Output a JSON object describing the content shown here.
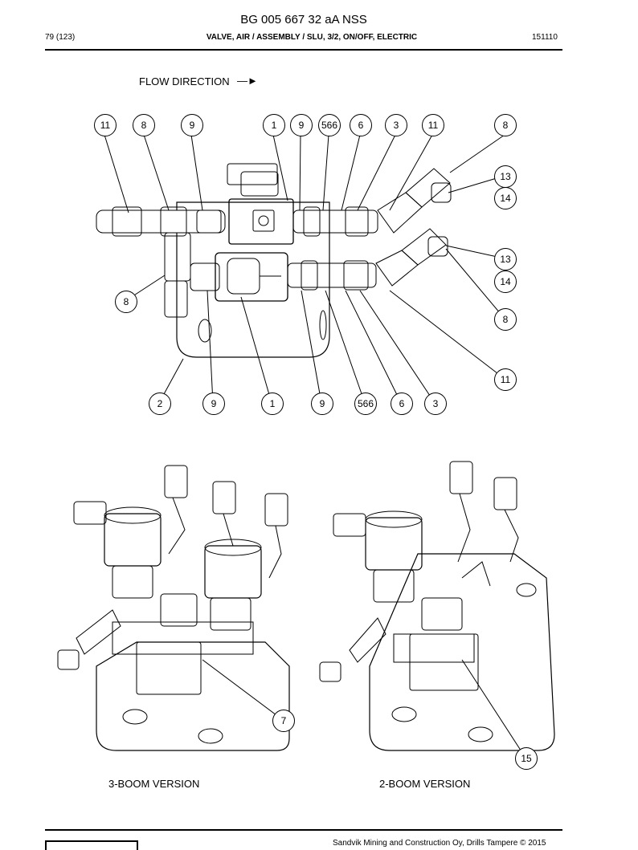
{
  "header": {
    "doc_title": "BG 005 667 32 aA NSS",
    "page": "79 (123)",
    "part_name": "VALVE, AIR / ASSEMBLY / SLU, 3/2, ON/OFF, ELECTRIC",
    "date_code": "151110"
  },
  "flow": {
    "label": "FLOW DIRECTION",
    "arrow": "—►"
  },
  "callouts": [
    "11",
    "8",
    "9",
    "1",
    "9",
    "566",
    "6",
    "3",
    "11",
    "8",
    "13",
    "14",
    "13",
    "14",
    "8",
    "8",
    "11",
    "2",
    "9",
    "1",
    "9",
    "566",
    "6",
    "3",
    "7",
    "15"
  ],
  "captions": {
    "three_boom": "3-BOOM VERSION",
    "two_boom": "2-BOOM VERSION"
  },
  "footer": {
    "copyright": "Sandvik Mining and Construction Oy, Drills Tampere © 2015"
  }
}
